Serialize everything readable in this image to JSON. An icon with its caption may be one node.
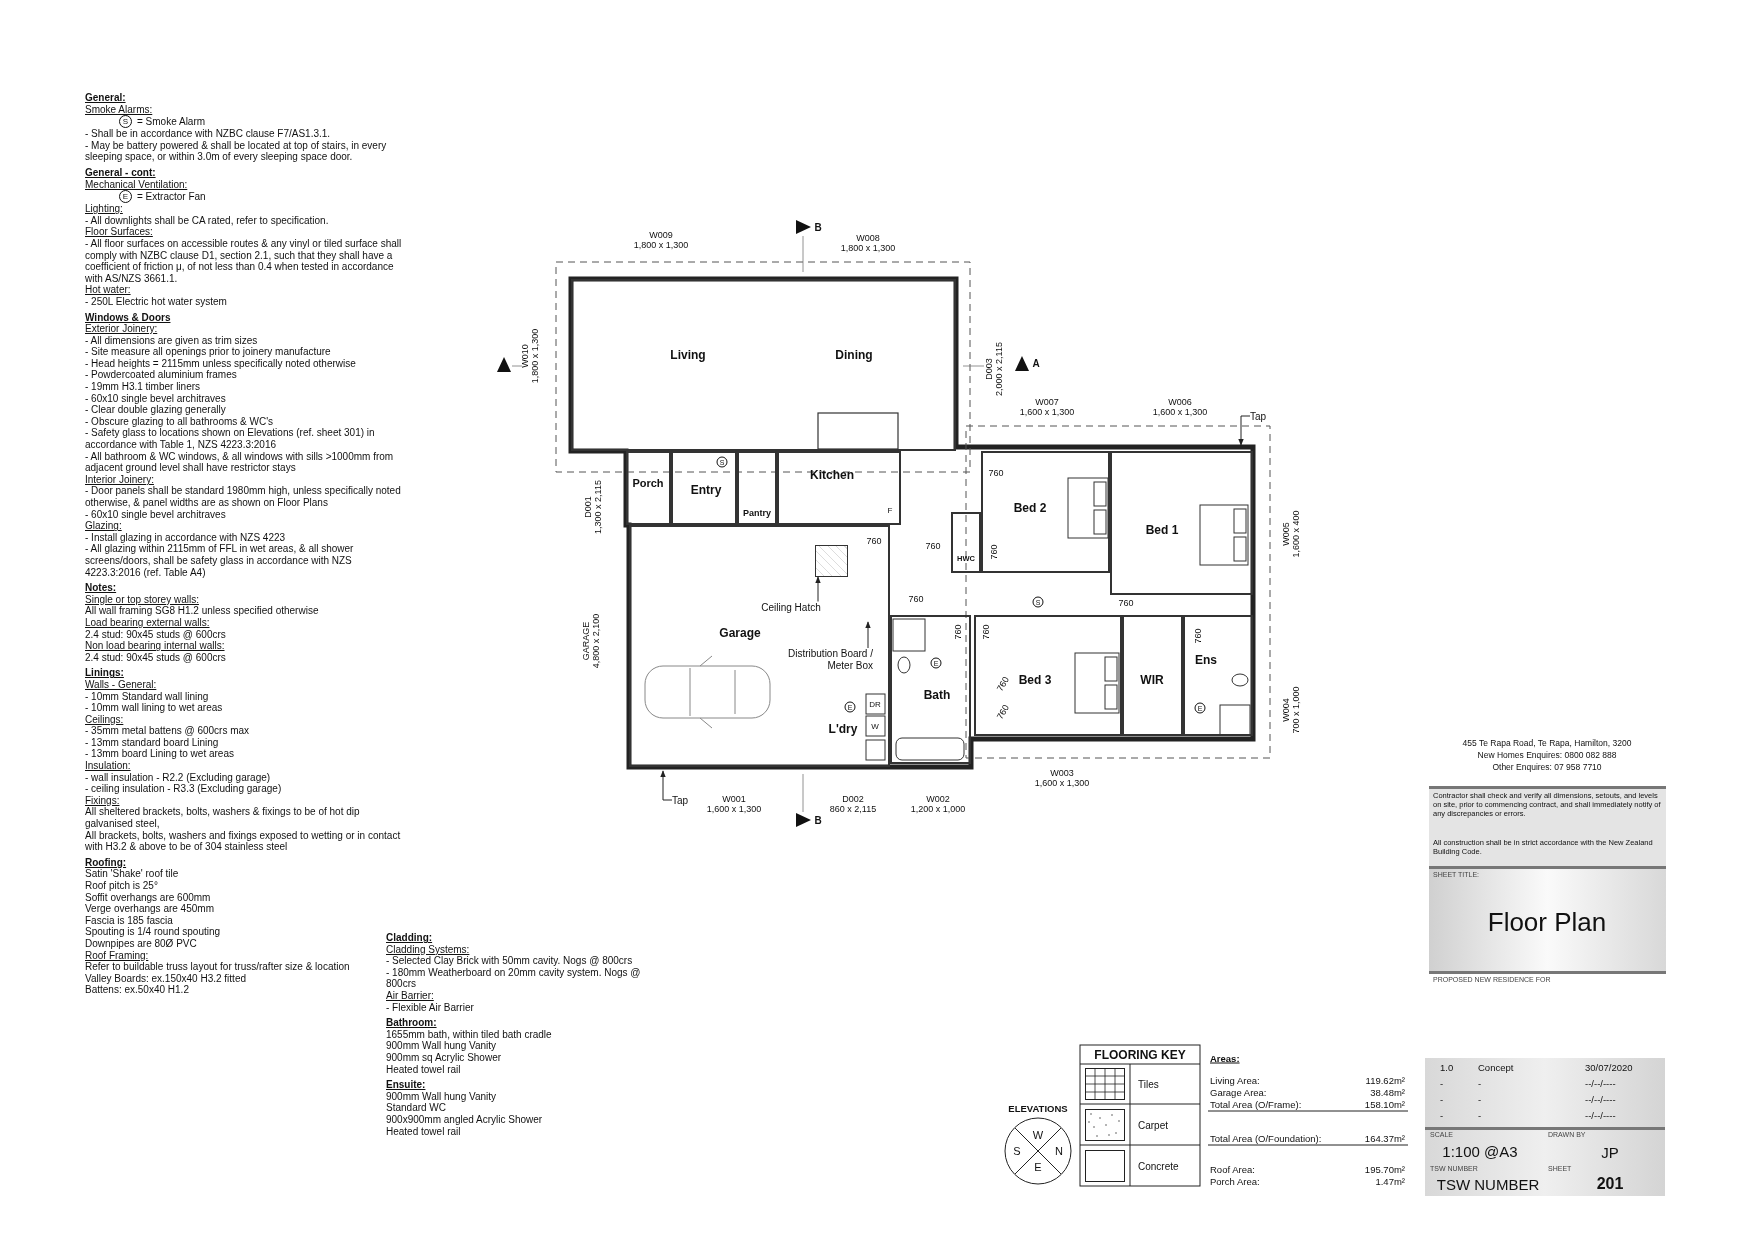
{
  "diagram": {
    "title": "Floor Plan",
    "nodes": [
      {
        "text": [
          "Living",
          "Dining"
        ]
      },
      {
        "text": [
          "Porch"
        ]
      },
      {
        "text": [
          "Entry"
        ]
      },
      {
        "text": [
          "Kitchen"
        ]
      },
      {
        "text": [
          "Pantry"
        ]
      },
      {
        "text": [
          "Bed 2"
        ]
      },
      {
        "text": [
          "Bed 1"
        ]
      },
      {
        "text": [
          "HWC"
        ]
      },
      {
        "text": [
          "Garage"
        ]
      },
      {
        "text": [],
        "shape": "box",
        "in": 8
      },
      {
        "text": [
          "Ceiling Hatch"
        ],
        "in": 8
      },
      {
        "text": [
          "Distribution Board / Meter Box"
        ],
        "in": 8
      },
      {
        "text": [
          "Bath"
        ]
      },
      {
        "text": [
          "Bed 3"
        ]
      },
      {
        "text": [
          "WIR"
        ]
      },
      {
        "text": [
          "Ens"
        ]
      },
      {
        "text": [
          "L'dry"
        ],
        "in": 8
      },
      {
        "text": [
          "Tap"
        ]
      },
      {
        "text": [
          "Tap"
        ]
      }
    ],
    "edges": [
      {
        "from": 10,
        "to": 9,
        "arrow": "to"
      },
      {
        "from": 11,
        "to": null,
        "arrow": "to"
      },
      {
        "from": 17,
        "to": null,
        "arrow": "to"
      },
      {
        "from": 18,
        "to": null,
        "arrow": "to"
      }
    ],
    "labels": [
      "General:",
      "Smoke Alarms:",
      "S",
      "= Smoke Alarm",
      "- Shall be in accordance with NZBC clause F7/AS1.3.1.",
      "- May be battery powered & shall be located at top of stairs, in every sleeping space, or within 3.0m of every sleeping space door.",
      "General - cont:",
      "Mechanical Ventilation:",
      "E",
      "= Extractor Fan",
      "Lighting:",
      "- All downlights shall be CA rated, refer to specification.",
      "Floor Surfaces:",
      "- All floor surfaces on accessible routes & any vinyl or tiled surface shall comply with NZBC clause D1, section 2.1, such that they shall have a coefficient of friction μ, of not less than 0.4 when tested in accordance with AS/NZS 3661.1.",
      "Hot water:",
      "- 250L Electric hot water system",
      "Windows & Doors",
      "Exterior Joinery:",
      "- All dimensions are given as trim sizes",
      "- Site measure all openings prior to joinery manufacture",
      "- Head heights = 2115mm unless specifically noted otherwise",
      "- Powdercoated aluminium frames",
      "- 19mm H3.1 timber liners",
      "- 60x10 single bevel architraves",
      "- Clear double glazing generally",
      "- Obscure glazing to all bathrooms & WC's",
      "- Safety glass to locations shown on Elevations (ref. sheet 301) in accordance with Table 1, NZS 4223.3:2016",
      "- All bathroom & WC windows, & all windows with sills >1000mm from adjacent ground level shall have restrictor stays",
      "Interior Joinery:",
      "- Door panels shall be standard 1980mm high, unless specifically noted otherwise, & panel widths are as shown on Floor Plans",
      "- 60x10 single bevel architraves",
      "Glazing:",
      "- Install glazing in accordance with NZS 4223",
      "- All glazing within 2115mm of FFL in wet areas, & all shower screens/doors, shall be safety glass in accordance with NZS 4223.3:2016 (ref. Table A4)",
      "Notes:",
      "Single or top storey walls:",
      "All wall framing SG8 H1.2 unless specified otherwise",
      "Load bearing external walls:",
      "2.4 stud: 90x45 studs @ 600crs",
      "Non load bearing internal walls:",
      "2.4 stud: 90x45 studs @ 600crs",
      "Linings:",
      "Walls - General:",
      "- 10mm Standard wall lining",
      "- 10mm wall lining to wet areas",
      "Ceilings:",
      "- 35mm metal battens @ 600crs max",
      "- 13mm standard board Lining",
      "- 13mm board Lining to wet areas",
      "Insulation:",
      "- wall insulation - R2.2 (Excluding garage)",
      "- ceiling insulation - R3.3 (Excluding garage)",
      "Fixings:",
      "All sheltered brackets, bolts, washers & fixings to be of hot dip galvanised steel,",
      "All brackets, bolts, washers and fixings exposed to wetting or in contact with H3.2 & above to be of 304 stainless steel",
      "Roofing:",
      "Satin 'Shake' roof tile",
      "Roof pitch is 25°",
      "Soffit overhangs are 600mm",
      "Verge overhangs are 450mm",
      "Fascia is 185 fascia",
      "Spouting is 1/4 round spouting",
      "Downpipes are 80Ø PVC",
      "Roof Framing:",
      "Refer to buildable truss layout for truss/rafter size & location",
      "Valley Boards: ex.150x40 H3.2 fitted",
      "Battens: ex.50x40 H1.2",
      "Cladding:",
      "Cladding Systems:",
      "- Selected Clay Brick with 50mm cavity. Nogs @ 800crs",
      "- 180mm Weatherboard on 20mm cavity system. Nogs @ 800crs",
      "Air Barrier:",
      "- Flexible Air Barrier",
      "Bathroom:",
      "1655mm bath, within tiled bath cradle",
      "900mm Wall hung Vanity",
      "900mm sq Acrylic Shower",
      "Heated towel rail",
      "Ensuite:",
      "900mm Wall hung Vanity",
      "Standard WC",
      "900x900mm angled Acrylic Shower",
      "Heated towel rail",
      "W009 1,800 x 1,300",
      "B",
      "W008 1,800 x 1,300",
      "W010 1,800 x 1,300",
      "D003 2,000 x 2,115",
      "A",
      "W007 1,600 x 1,300",
      "W006 1,600 x 1,300",
      "D001 1,300 x 2,115",
      "GARAGE 4,800 x 2,100",
      "W005 1,600 x 400",
      "W004 700 x 1,000",
      "W003 1,600 x 1,300",
      "W001 1,600 x 1,300",
      "D002 860 x 2,115",
      "W002 1,200 x 1,000",
      "B",
      "760",
      "760",
      "760",
      "760",
      "760",
      "760",
      "760",
      "760",
      "760",
      "760",
      "760",
      "S",
      "S",
      "E",
      "E",
      "E",
      "DR",
      "W",
      "F",
      "ELEVATIONS",
      "W",
      "S",
      "N",
      "E",
      "FLOORING KEY",
      "Areas:",
      "Living Area:",
      "119.62m²",
      "Garage Area:",
      "38.48m²",
      "Total Area (O/Frame):",
      "158.10m²",
      "Total Area (O/Foundation):",
      "164.37m²",
      "Roof Area:",
      "195.70m²",
      "Porch Area:",
      "1.47m²",
      "455 Te Rapa Road, Te Rapa, Hamilton, 3200",
      "New Homes Enquires: 0800 082 888",
      "Other Enquires: 07 958 7710",
      "Contractor shall check and verify all dimensions, setouts, and levels on site, prior to commencing contract, and shall immediately notify of any discrepancies or errors.",
      "All construction shall be in strict accordance with the New Zealand Building Code.",
      "SHEET TITLE:",
      "PROPOSED NEW RESIDENCE FOR",
      "1.0",
      "Concept",
      "30/07/2020",
      "-",
      "-",
      "--/--/----",
      "-",
      "-",
      "--/--/----",
      "-",
      "-",
      "--/--/----",
      "SCALE",
      "1:100 @A3",
      "DRAWN BY",
      "JP",
      "TSW NUMBER",
      "TSW NUMBER",
      "SHEET",
      "201"
    ],
    "legend": [
      {
        "text": "Tiles"
      },
      {
        "text": "Carpet"
      },
      {
        "text": "Concrete"
      }
    ]
  }
}
